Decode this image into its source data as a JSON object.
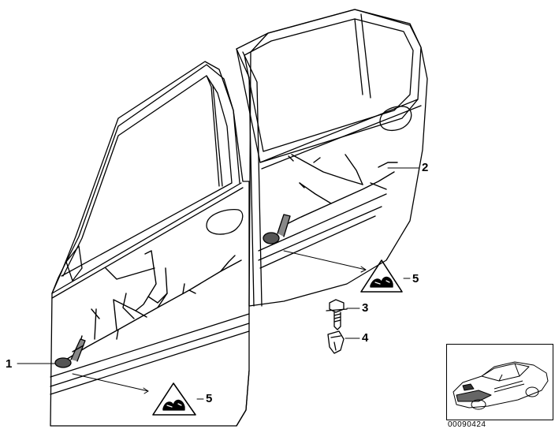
{
  "callouts": {
    "c1": "1",
    "c2": "2",
    "c3": "3",
    "c4": "4",
    "c5a": "5",
    "c5b": "5"
  },
  "diagram_code": "00090424",
  "colors": {
    "line": "#000000",
    "background": "#ffffff",
    "fill_gray": "#555555"
  }
}
